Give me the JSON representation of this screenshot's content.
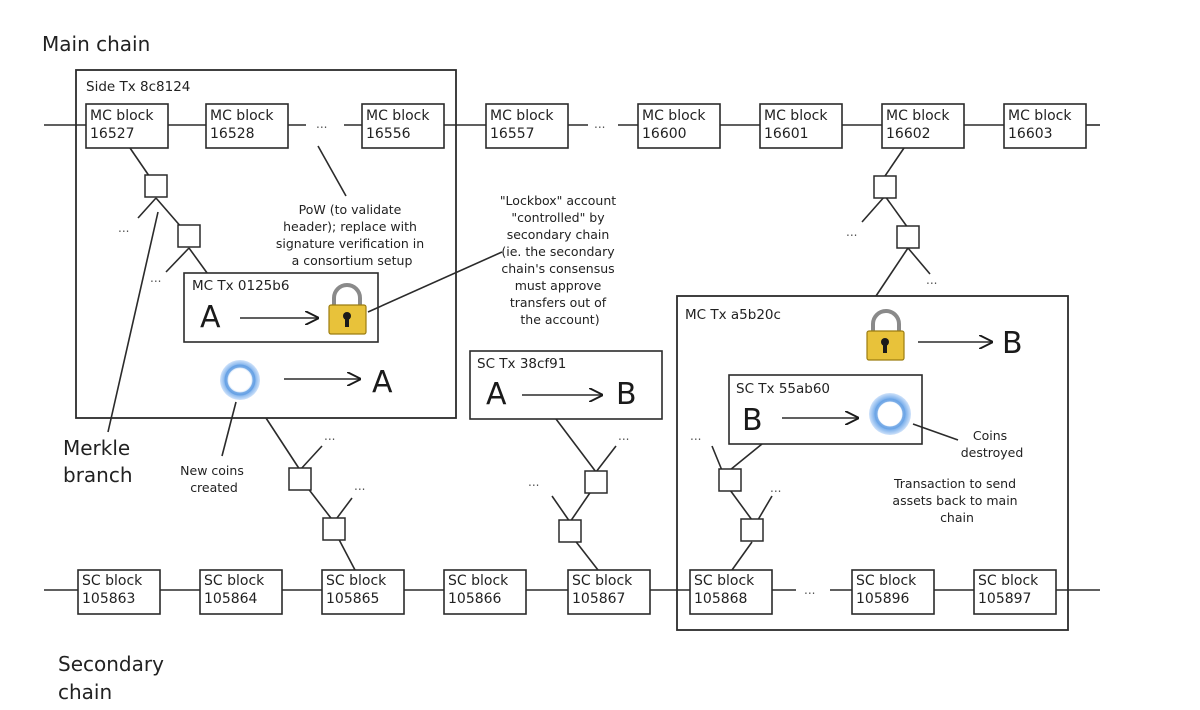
{
  "labels": {
    "main_chain": "Main chain",
    "secondary_chain": [
      "Secondary",
      "chain"
    ],
    "merkle_branch": [
      "Merkle",
      "branch"
    ],
    "ellipsis": "..."
  },
  "main_chain_blocks": [
    {
      "label": "MC block",
      "number": "16527"
    },
    {
      "label": "MC block",
      "number": "16528"
    },
    {
      "label": "MC block",
      "number": "16556"
    },
    {
      "label": "MC block",
      "number": "16557"
    },
    {
      "label": "MC block",
      "number": "16600"
    },
    {
      "label": "MC block",
      "number": "16601"
    },
    {
      "label": "MC block",
      "number": "16602"
    },
    {
      "label": "MC block",
      "number": "16603"
    }
  ],
  "side_chain_blocks": [
    {
      "label": "SC block",
      "number": "105863"
    },
    {
      "label": "SC block",
      "number": "105864"
    },
    {
      "label": "SC block",
      "number": "105865"
    },
    {
      "label": "SC block",
      "number": "105866"
    },
    {
      "label": "SC block",
      "number": "105867"
    },
    {
      "label": "SC block",
      "number": "105868"
    },
    {
      "label": "SC block",
      "number": "105896"
    },
    {
      "label": "SC block",
      "number": "105897"
    }
  ],
  "transactions": {
    "side_tx": "Side Tx 8c8124",
    "mc_tx_1": "MC Tx 0125b6",
    "sc_tx_1": "SC Tx 38cf91",
    "mc_tx_2": "MC Tx a5b20c",
    "sc_tx_2": "SC Tx 55ab60",
    "party_a": "A",
    "party_b": "B"
  },
  "annotations": {
    "pow_note": [
      "PoW (to validate",
      "header); replace with",
      "signature verification in",
      "a consortium setup"
    ],
    "lockbox_note": [
      "\"Lockbox\" account",
      "\"controlled\" by",
      "secondary chain",
      "(ie. the secondary",
      "chain's consensus",
      "must approve",
      "transfers out of",
      "the account)"
    ],
    "new_coins": [
      "New coins",
      "created"
    ],
    "coins_destroyed": [
      "Coins",
      "destroyed"
    ],
    "send_back": [
      "Transaction to send",
      "assets back to main",
      "chain"
    ]
  },
  "icons": [
    "lock-icon",
    "coin-icon"
  ],
  "colors": {
    "lock_body": "#e8c23a",
    "lock_shackle": "#8a8a8a",
    "coin": "#7fb2ec"
  }
}
